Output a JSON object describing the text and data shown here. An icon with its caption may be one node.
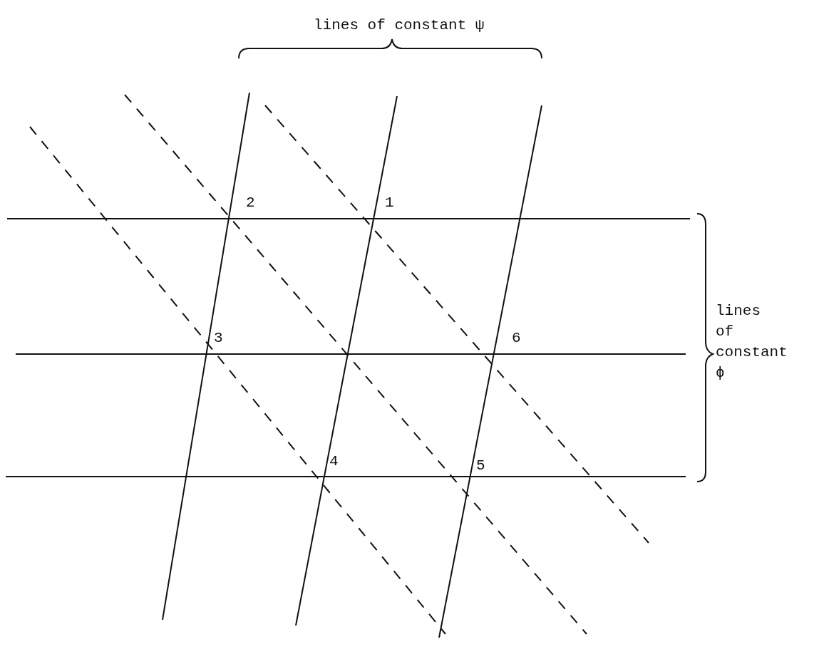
{
  "diagram": {
    "labels": [
      "lines of constant ψ",
      "2",
      "1",
      "3",
      "6",
      "lines of constant ϕ",
      "4",
      "5"
    ]
  }
}
